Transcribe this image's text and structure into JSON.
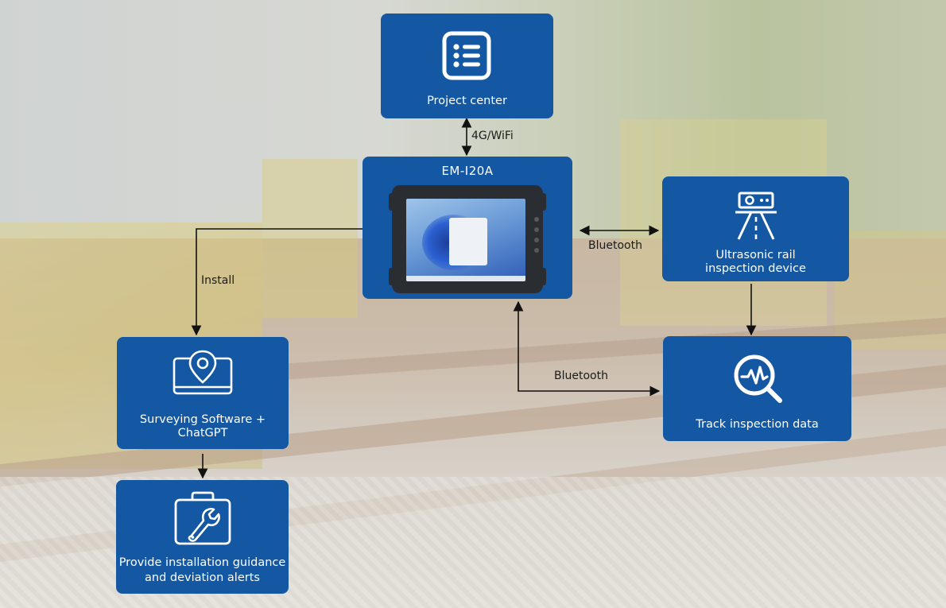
{
  "nodes": {
    "project_center": {
      "label": "Project center",
      "icon": "list-icon"
    },
    "device": {
      "title": "EM-I20A",
      "icon": "tablet-image"
    },
    "ultrasonic": {
      "label_line1": "Ultrasonic rail",
      "label_line2": "inspection device",
      "icon": "rail-scanner-icon"
    },
    "track_data": {
      "label": "Track inspection data",
      "icon": "magnifier-pulse-icon"
    },
    "software": {
      "label_line1": "Surveying Software +",
      "label_line2": "ChatGPT",
      "icon": "laptop-location-icon"
    },
    "guidance": {
      "label_line1": "Provide installation guidance",
      "label_line2": "and deviation alerts",
      "icon": "toolbox-wrench-icon"
    }
  },
  "edges": {
    "network": "4G/WiFi",
    "bluetooth_top": "Bluetooth",
    "bluetooth_bottom": "Bluetooth",
    "install": "Install"
  },
  "colors": {
    "node_fill": "#1458a3",
    "node_text": "#ffffff",
    "connector": "#111111"
  }
}
